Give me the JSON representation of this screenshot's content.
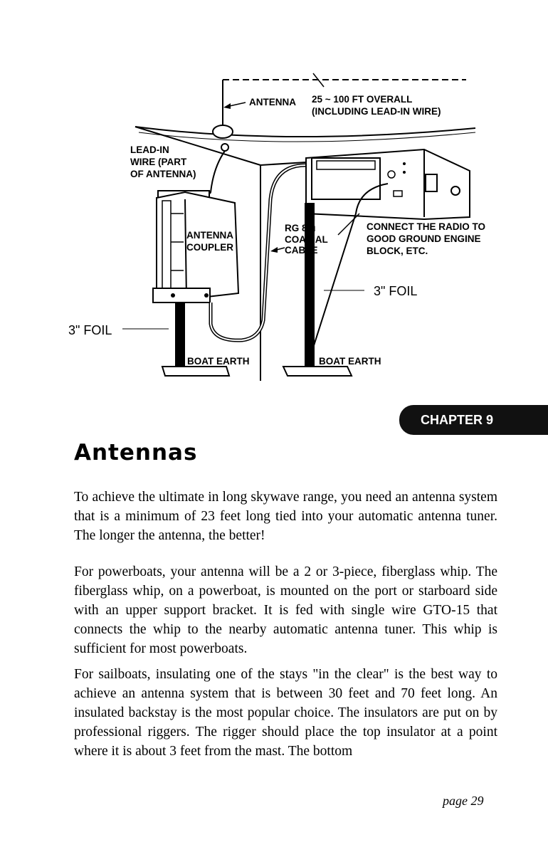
{
  "diagram": {
    "labels": {
      "antenna": "ANTENNA",
      "overall_line1": "25 ~ 100 FT OVERALL",
      "overall_line2": "(INCLUDING LEAD-IN WIRE)",
      "leadin_line1": "LEAD-IN",
      "leadin_line2": "WIRE (PART",
      "leadin_line3": "OF ANTENNA)",
      "coupler_line1": "ANTENNA",
      "coupler_line2": "COUPLER",
      "coax_line1": "RG 8 u",
      "coax_line2": "COAXIAL",
      "coax_line3": "CABLE",
      "ground_line1": "CONNECT THE RADIO TO",
      "ground_line2": "GOOD GROUND  ENGINE",
      "ground_line3": "BLOCK, ETC.",
      "foil_right": "3\" FOIL",
      "foil_left": "3\" FOIL",
      "boat_earth_left": "BOAT EARTH",
      "boat_earth_right": "BOAT EARTH"
    }
  },
  "chapter_tab": "CHAPTER 9",
  "heading": "Antennas",
  "paragraphs": [
    "To achieve the ultimate in long skywave range, you need an antenna system that is a minimum of 23 feet long tied into your automatic antenna tuner. The longer the antenna, the better!",
    "For powerboats, your antenna will be a 2 or 3-piece, fiberglass whip. The fiberglass whip, on a powerboat, is mounted on the port or starboard side with an upper support bracket. It is fed with single wire GTO-15 that connects the whip to the nearby automatic antenna tuner. This whip is sufficient for most powerboats.",
    "For sailboats, insulating one of the stays \"in the clear\" is the best way to achieve an antenna system that is between 30 feet and 70 feet long. An insulated backstay is the most popular choice. The insulators are put on by professional riggers. The rigger should place the top insulator at a point where it is about 3 feet from the mast. The bottom"
  ],
  "page_number": "page 29"
}
